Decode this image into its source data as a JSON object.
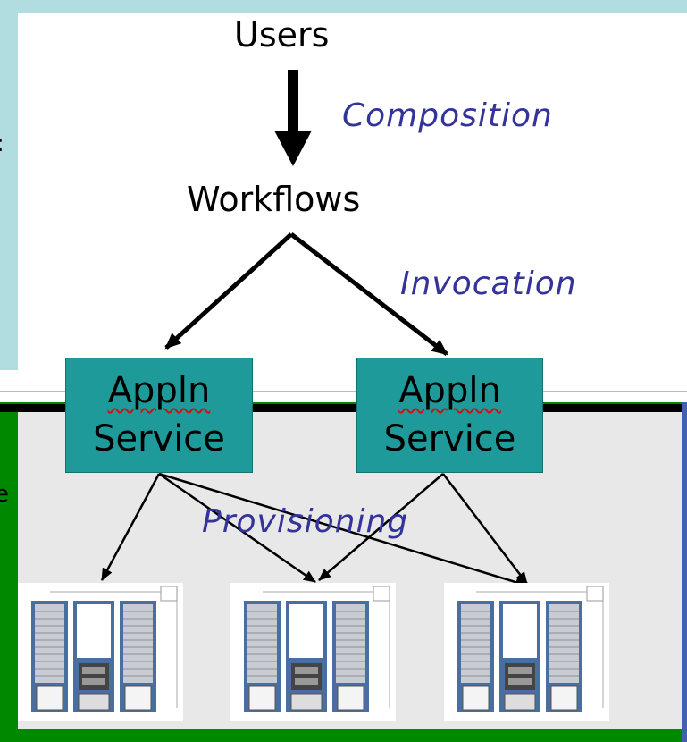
{
  "diagram": {
    "nodes": {
      "users": "Users",
      "workflows": "Workflows",
      "service_1": {
        "line1": "Appln",
        "line2": "Service"
      },
      "service_2": {
        "line1": "Appln",
        "line2": "Service"
      }
    },
    "edge_labels": {
      "composition": "Composition",
      "invocation": "Invocation",
      "provisioning": "Provisioning"
    },
    "server_racks": 3
  },
  "colors": {
    "upper_background": "#b2dde0",
    "lower_background": "#e8e8e8",
    "green_frame": "#008800",
    "service_box": "#1f9a9a",
    "italic_label": "#33339a",
    "divider": "#000000"
  }
}
